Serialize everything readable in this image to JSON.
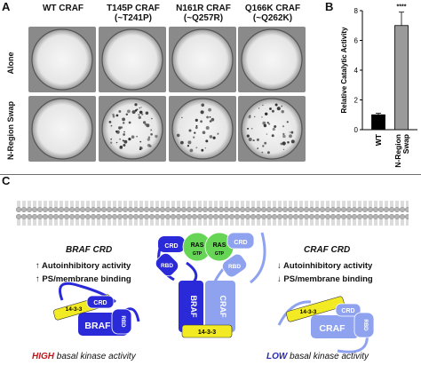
{
  "panels": {
    "a": "A",
    "b": "B",
    "c": "C"
  },
  "panel_a": {
    "columns": [
      "WT CRAF",
      "T145P CRAF\n(~T241P)",
      "N161R CRAF\n(~Q257R)",
      "Q166K CRAF\n(~Q262K)"
    ],
    "col_lines": [
      [
        "WT CRAF",
        ""
      ],
      [
        "T145P CRAF",
        "(~T241P)"
      ],
      [
        "N161R CRAF",
        "(~Q257R)"
      ],
      [
        "Q166K CRAF",
        "(~Q262K)"
      ]
    ],
    "rows": [
      "Alone",
      "N-Region Swap"
    ]
  },
  "chart_data": {
    "type": "bar",
    "categories": [
      "WT",
      "N-Region Swap"
    ],
    "values": [
      1.0,
      7.0
    ],
    "errors": [
      0.1,
      0.9
    ],
    "ylabel": "Relative Catalytic Activity",
    "ylim": [
      0,
      8
    ],
    "yticks": [
      0,
      2,
      4,
      6,
      8
    ],
    "significance": "****",
    "colors": [
      "#000000",
      "#9a9a9a"
    ]
  },
  "panel_c": {
    "braf_crd_title": "BRAF CRD",
    "braf_items": [
      "Autoinhibitory activity",
      "PS/membrane binding"
    ],
    "braf_arrows": [
      "↑",
      "↑"
    ],
    "craf_crd_title": "CRAF CRD",
    "craf_items": [
      "Autoinhibitory activity",
      "PS/membrane binding"
    ],
    "craf_arrows": [
      "↓",
      "↓"
    ],
    "high_word": "HIGH",
    "high_rest": " basal kinase activity",
    "low_word": "LOW",
    "low_rest": " basal kinase activity",
    "labels": {
      "crd": "CRD",
      "rbd": "RBD",
      "ras": "RAS",
      "gtp": "GTP",
      "braf": "BRAF",
      "craf": "CRAF",
      "p1433": "14-3-3"
    },
    "colors": {
      "braf": "#2a2ad8",
      "craf": "#8ea2f0",
      "ras": "#66d455",
      "p1433": "#f2ea22",
      "high": "#c0161b",
      "low": "#2a2ab8"
    }
  }
}
